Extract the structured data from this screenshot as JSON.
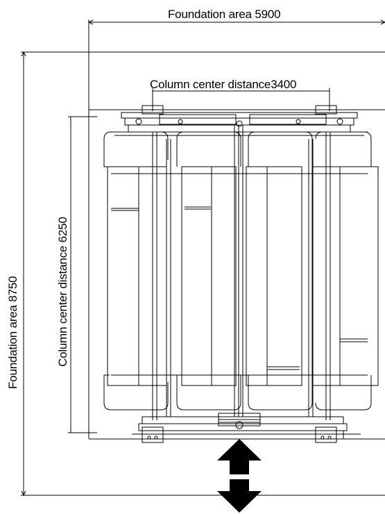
{
  "labels": {
    "foundation_width": "Foundation area 5900",
    "column_center_width": "Column center distance3400",
    "foundation_height": "Foundation area 8750",
    "column_center_height": "Column center distance 6250"
  },
  "arrows": {
    "up": "up-arrow-icon",
    "down": "down-arrow-icon"
  },
  "colors": {
    "line": "#000000",
    "background": "#ffffff"
  }
}
